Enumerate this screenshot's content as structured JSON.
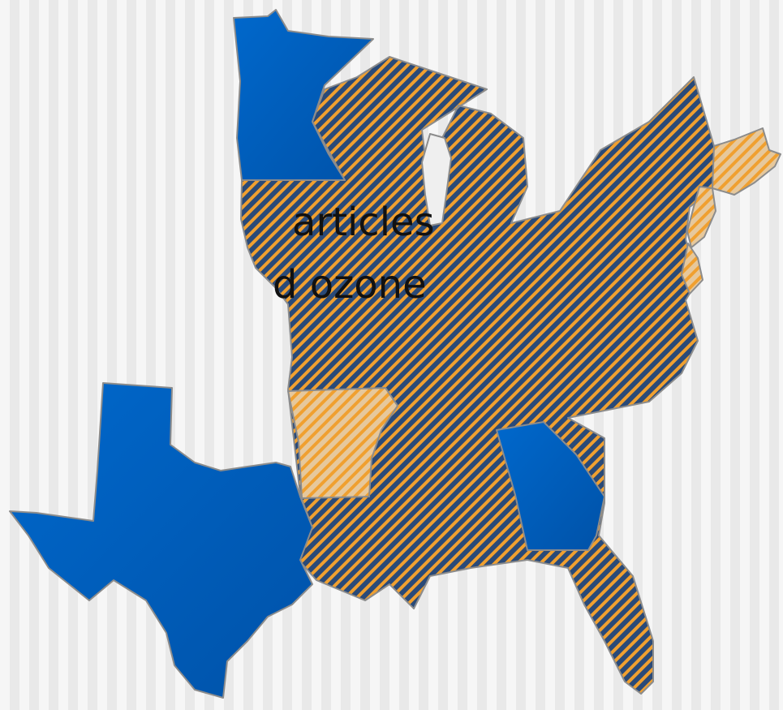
{
  "legend_text": {
    "line1": "articles",
    "line2": "d ozone"
  },
  "colors": {
    "solid_blue": "#0060c0",
    "hatch_dark": "#2a4a78",
    "hatch_orange": "#f0a030",
    "hatch_light": "#f2b868",
    "border": "#8c8c8c",
    "background": "#f0f0f0"
  },
  "categories": [
    {
      "key": "solid",
      "color": "#0060c0"
    },
    {
      "key": "hatch-dense",
      "colors": [
        "#2a4a78",
        "#f0a030"
      ]
    },
    {
      "key": "hatch-light",
      "colors": [
        "#f0a030",
        "#e8c9a0"
      ]
    }
  ]
}
